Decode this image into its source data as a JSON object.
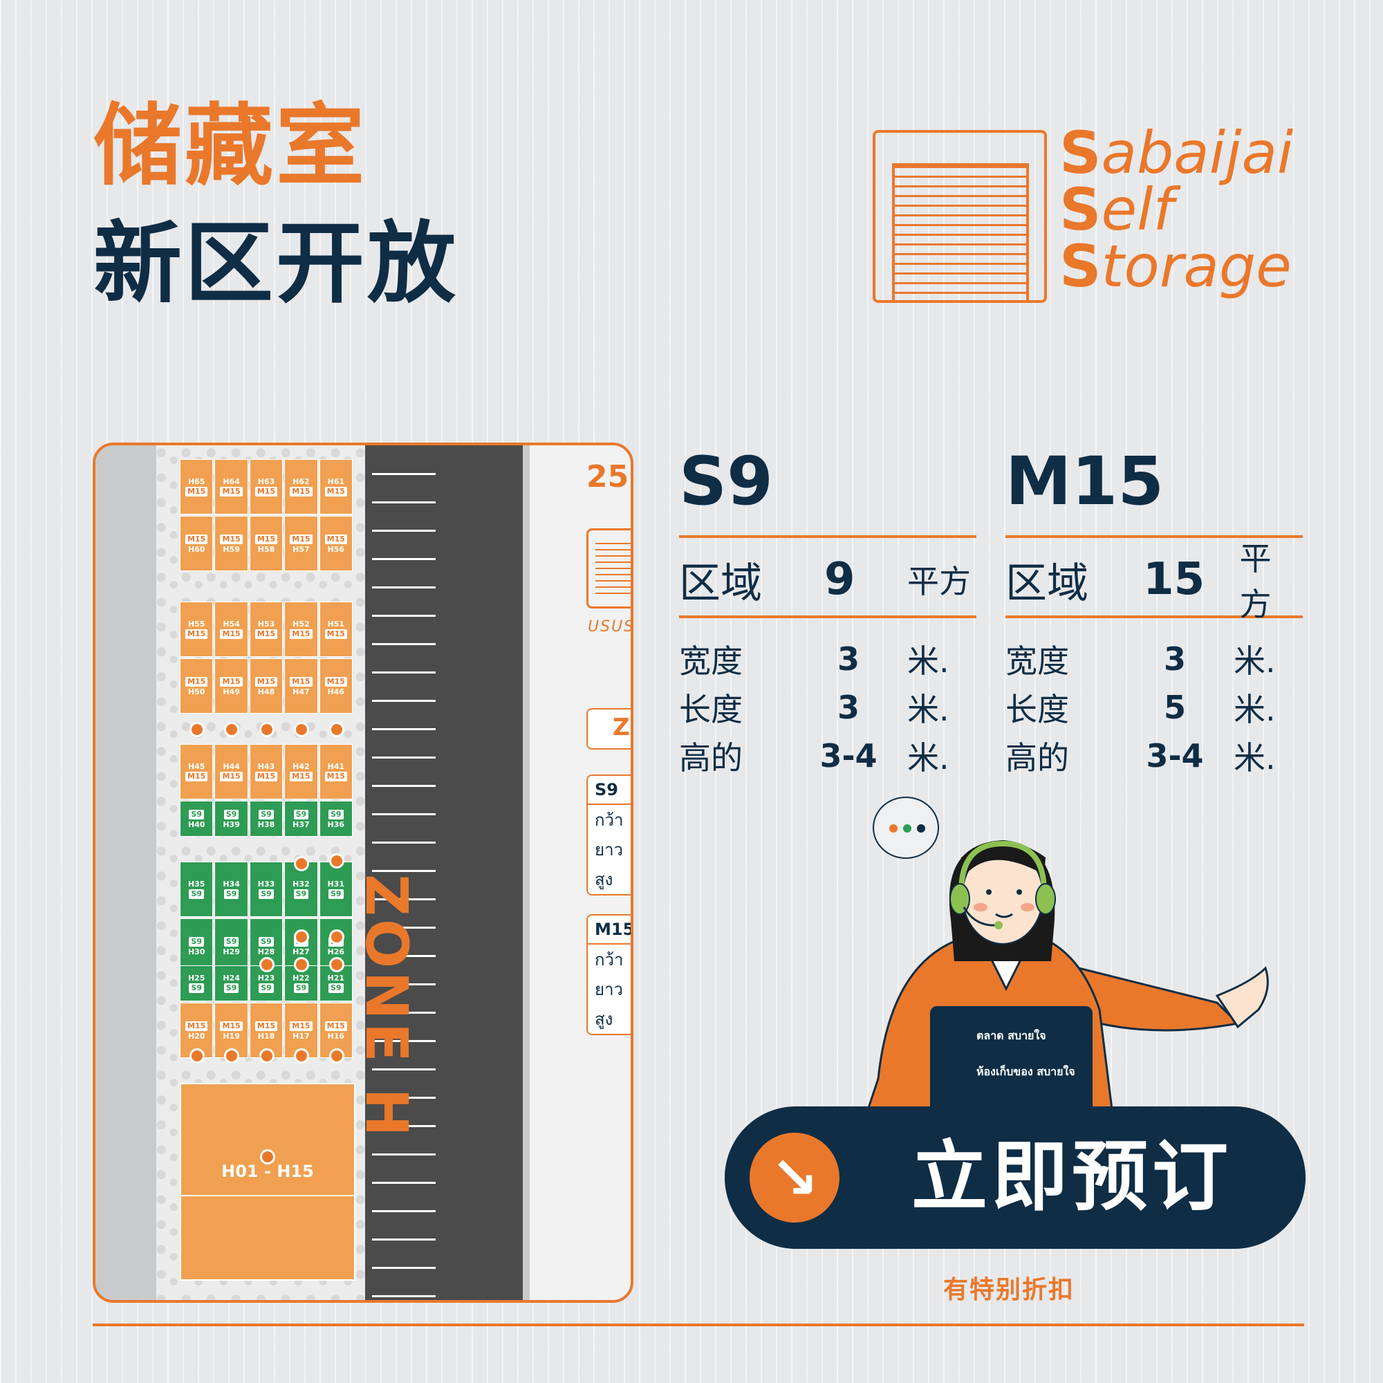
{
  "headline": {
    "line1": "储藏室",
    "line2": "新区开放"
  },
  "logo": {
    "word1_initial": "S",
    "word1_rest": "abaijai",
    "word2_initial": "S",
    "word2_rest": "elf",
    "word3_initial": "S",
    "word3_rest": "torage"
  },
  "map": {
    "zone_label": "ZONE H",
    "side_number": "25",
    "side_zone_tag": "Z",
    "side_usus": "USUS",
    "side_cards": [
      {
        "title": "S9",
        "rows": [
          "กว้า",
          "ยาว",
          "สูง"
        ]
      },
      {
        "title": "M15",
        "rows": [
          "กว้า",
          "ยาว",
          "สูง"
        ]
      }
    ],
    "big_block_label": "H01 - H15",
    "blocks": [
      {
        "top": [
          {
            "id": "H65",
            "tag": "M15"
          },
          {
            "id": "H64",
            "tag": "M15"
          },
          {
            "id": "H63",
            "tag": "M15"
          },
          {
            "id": "H62",
            "tag": "M15"
          },
          {
            "id": "H61",
            "tag": "M15"
          }
        ],
        "bottom": [
          {
            "id": "H60",
            "tag": "M15"
          },
          {
            "id": "H59",
            "tag": "M15"
          },
          {
            "id": "H58",
            "tag": "M15"
          },
          {
            "id": "H57",
            "tag": "M15"
          },
          {
            "id": "H56",
            "tag": "M15"
          }
        ]
      },
      {
        "top": [
          {
            "id": "H55",
            "tag": "M15"
          },
          {
            "id": "H54",
            "tag": "M15"
          },
          {
            "id": "H53",
            "tag": "M15"
          },
          {
            "id": "H52",
            "tag": "M15"
          },
          {
            "id": "H51",
            "tag": "M15"
          }
        ],
        "bottom": [
          {
            "id": "H50",
            "tag": "M15"
          },
          {
            "id": "H49",
            "tag": "M15"
          },
          {
            "id": "H48",
            "tag": "M15"
          },
          {
            "id": "H47",
            "tag": "M15"
          },
          {
            "id": "H46",
            "tag": "M15"
          }
        ]
      },
      {
        "top": [
          {
            "id": "H45",
            "tag": "M15"
          },
          {
            "id": "H44",
            "tag": "M15"
          },
          {
            "id": "H43",
            "tag": "M15"
          },
          {
            "id": "H42",
            "tag": "M15"
          },
          {
            "id": "H41",
            "tag": "M15"
          }
        ],
        "bottom": [
          {
            "id": "H40",
            "tag": "S9"
          },
          {
            "id": "H39",
            "tag": "S9"
          },
          {
            "id": "H38",
            "tag": "S9"
          },
          {
            "id": "H37",
            "tag": "S9"
          },
          {
            "id": "H36",
            "tag": "S9"
          }
        ]
      },
      {
        "top": [
          {
            "id": "H35",
            "tag": "S9"
          },
          {
            "id": "H34",
            "tag": "S9"
          },
          {
            "id": "H33",
            "tag": "S9"
          },
          {
            "id": "H32",
            "tag": "S9"
          },
          {
            "id": "H31",
            "tag": "S9"
          }
        ],
        "bottom": [
          {
            "id": "H30",
            "tag": "S9"
          },
          {
            "id": "H29",
            "tag": "S9"
          },
          {
            "id": "H28",
            "tag": "S9"
          },
          {
            "id": "H27",
            "tag": "S9"
          },
          {
            "id": "H26",
            "tag": "S9"
          }
        ]
      },
      {
        "top": [
          {
            "id": "H25",
            "tag": "S9"
          },
          {
            "id": "H24",
            "tag": "S9"
          },
          {
            "id": "H23",
            "tag": "S9"
          },
          {
            "id": "H22",
            "tag": "S9"
          },
          {
            "id": "H21",
            "tag": "S9"
          }
        ],
        "bottom": [
          {
            "id": "H20",
            "tag": "M15"
          },
          {
            "id": "H19",
            "tag": "M15"
          },
          {
            "id": "H18",
            "tag": "M15"
          },
          {
            "id": "H17",
            "tag": "M15"
          },
          {
            "id": "H16",
            "tag": "M15"
          }
        ]
      }
    ]
  },
  "specs": [
    {
      "name": "S9",
      "area_label": "区域",
      "area_value": "9",
      "area_unit": "平方",
      "dims": [
        {
          "label": "宽度",
          "value": "3",
          "unit": "米."
        },
        {
          "label": "长度",
          "value": "3",
          "unit": "米."
        },
        {
          "label": "高的",
          "value": "3-4",
          "unit": "米."
        }
      ]
    },
    {
      "name": "M15",
      "area_label": "区域",
      "area_value": "15",
      "area_unit": "平方",
      "dims": [
        {
          "label": "宽度",
          "value": "3",
          "unit": "米."
        },
        {
          "label": "长度",
          "value": "5",
          "unit": "米."
        },
        {
          "label": "高的",
          "value": "3-4",
          "unit": "米."
        }
      ]
    }
  ],
  "laptop_logos": [
    "ตลาด สบายใจ",
    "ห้องเก็บของ สบายใจ"
  ],
  "cta": {
    "label": "立即预订",
    "icon": "arrow-down-right-icon"
  },
  "discount": "有特别折扣",
  "colors": {
    "orange": "#e9782b",
    "navy": "#0f2d45",
    "green": "#2e9c54"
  }
}
